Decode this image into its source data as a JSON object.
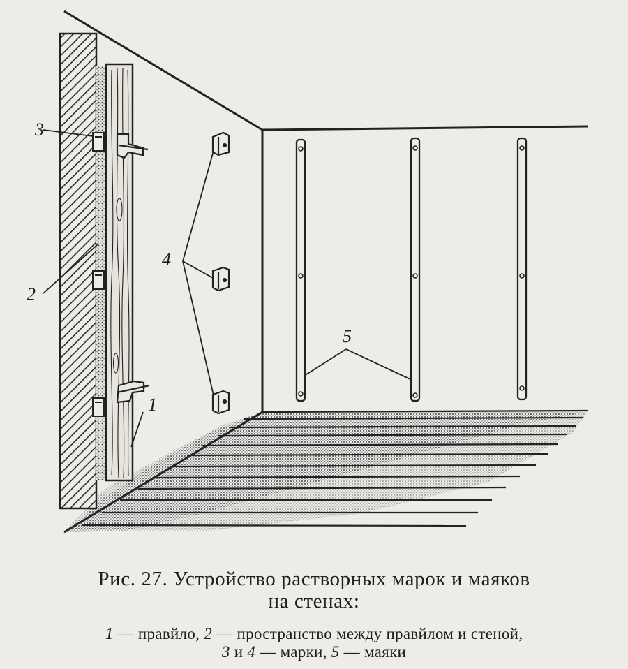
{
  "figure": {
    "callouts": {
      "rule": "1",
      "gap": "2",
      "mark_rule": "3",
      "marks_wall": "4",
      "beacons": "5"
    },
    "caption": {
      "title_line1": "Рис. 27. Устройство растворных марок и маяков",
      "title_line2": "на стенах:",
      "legend_line1": {
        "n1": "1",
        "t1": " — правйло, ",
        "n2": "2",
        "t2": " — пространство между правйлом и стеной,"
      },
      "legend_line2": {
        "n3": "3",
        "t3": " и ",
        "n4": "4",
        "t4": " — марки, ",
        "n5": "5",
        "t5": " — маяки"
      }
    }
  }
}
